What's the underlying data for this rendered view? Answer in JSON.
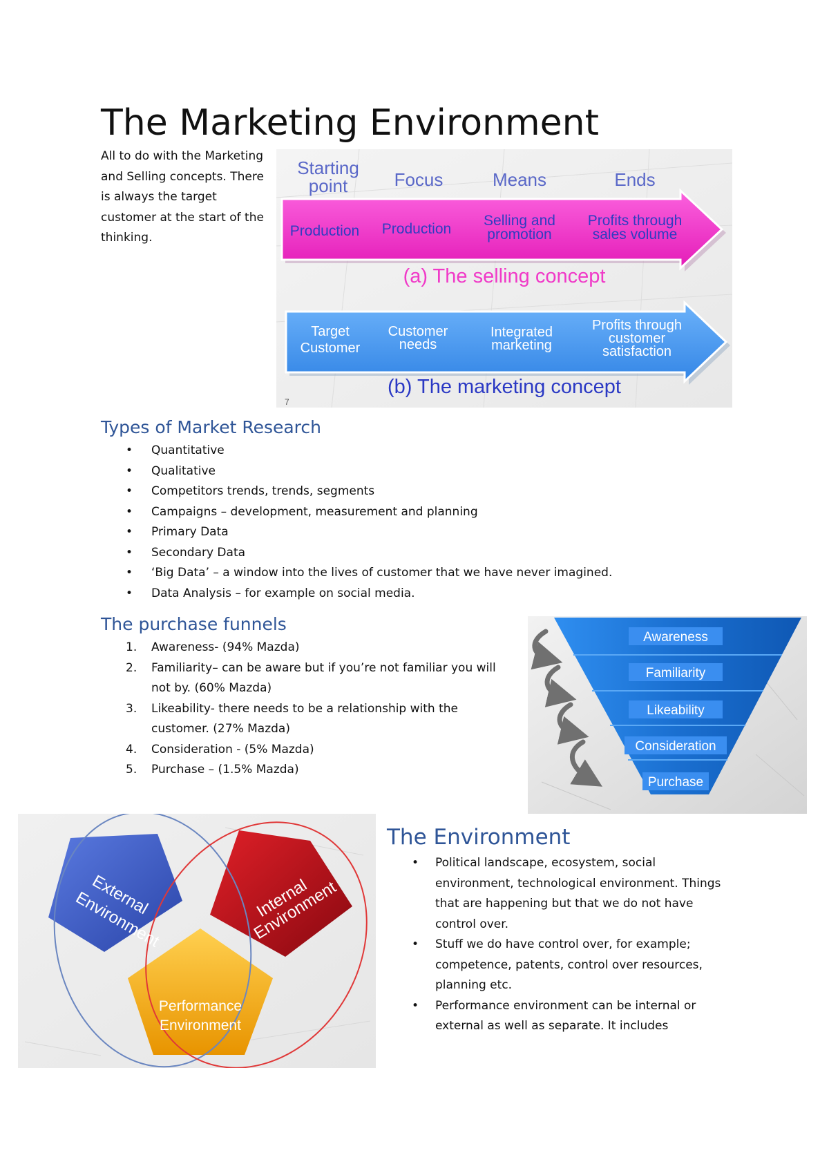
{
  "title": "The Marketing Environment",
  "intro": "All to do with the Marketing and Selling concepts. There is always the target customer at the start of the thinking.",
  "concepts": {
    "headers": [
      "Starting point",
      "Focus",
      "Means",
      "Ends"
    ],
    "selling": {
      "cells": [
        "Production",
        "Production",
        "Selling and promotion",
        "Profits through sales volume"
      ],
      "caption": "(a) The selling concept"
    },
    "marketing": {
      "cells": [
        "Target Customer",
        "Customer needs",
        "Integrated marketing",
        "Profits through customer satisfaction"
      ],
      "caption": "(b) The marketing concept"
    },
    "slide_number": "7",
    "colors": {
      "selling": "#f233c8",
      "marketing": "#4a9af2",
      "header_text": "#5a68c8"
    }
  },
  "research": {
    "heading": "Types of Market Research",
    "items": [
      "Quantitative",
      "Qualitative",
      "Competitors trends, trends, segments",
      "Campaigns – development, measurement and planning",
      "Primary Data",
      "Secondary Data",
      "‘Big Data’ – a window into the lives of customer that we have never imagined.",
      "Data Analysis – for example on social media."
    ]
  },
  "funnel": {
    "heading": "The purchase funnels",
    "items": [
      {
        "num": "1.",
        "text": "Awareness- (94% Mazda)"
      },
      {
        "num": "2.",
        "text": "Familiarity– can be aware but if you’re not familiar you will not by. (60% Mazda)"
      },
      {
        "num": "3.",
        "text": "Likeability- there needs to be a relationship with the customer. (27% Mazda)"
      },
      {
        "num": "4.",
        "text": "Consideration - (5% Mazda)"
      },
      {
        "num": "5.",
        "text": "Purchase – (1.5% Mazda)"
      }
    ],
    "stages": [
      "Awareness",
      "Familiarity",
      "Likeability",
      "Consideration",
      "Purchase"
    ],
    "colors": {
      "funnel": "#1a6fd0",
      "label": "#3a8ef0"
    }
  },
  "environments": {
    "external": "External Environment",
    "internal": "Internal Environment",
    "performance": "Performance Environment",
    "colors": {
      "external": "#3d5bc4",
      "internal": "#b01018",
      "performance": "#f2aa10"
    }
  },
  "environment": {
    "heading": "The Environment",
    "items": [
      "Political landscape, ecosystem, social environment, technological environment. Things that are happening but that we do not have control over.",
      "Stuff we do have control over, for example; competence, patents, control over resources, planning etc.",
      "Performance environment can be internal or external as well as separate. It includes"
    ]
  }
}
